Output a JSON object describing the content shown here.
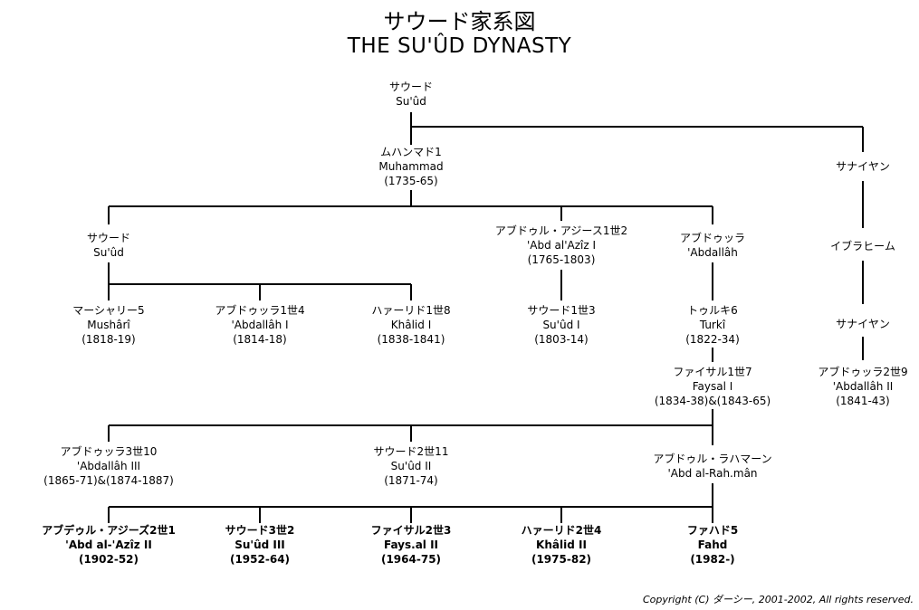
{
  "title": {
    "japanese": "サウード家系図",
    "english": "THE SU'ÛD DYNASTY"
  },
  "people": {
    "saud_root": {
      "name_ja": "サウード",
      "name_en": "Su'ûd"
    },
    "muhammad1": {
      "name_ja": "ムハンマド1",
      "name_en": "Muhammad",
      "years": "(1735-65)"
    },
    "thunayan": {
      "name_ja": "サナイヤン"
    },
    "saud_son": {
      "name_ja": "サウード",
      "name_en": "Su'ûd"
    },
    "abdulaziz1": {
      "name_ja": "アブドゥル・アジース1世2",
      "name_en": "'Abd al'Azîz I",
      "years": "(1765-1803)"
    },
    "abdullah_son": {
      "name_ja": "アブドゥッラ",
      "name_en": "'Abdallâh"
    },
    "ibrahim": {
      "name_ja": "イブラヒーム"
    },
    "mushari5": {
      "name_ja": "マーシャリー5",
      "name_en": "Mushârî",
      "years": "(1818-19)"
    },
    "abdullah1_4": {
      "name_ja": "アブドゥッラ1世4",
      "name_en": "'Abdallâh I",
      "years": "(1814-18)"
    },
    "khalid1_8": {
      "name_ja": "ハァーリド1世8",
      "name_en": "Khâlid I",
      "years": "(1838-1841)"
    },
    "saud1_3": {
      "name_ja": "サウード1世3",
      "name_en": "Su'ûd I",
      "years": "(1803-14)"
    },
    "turki6": {
      "name_ja": "トゥルキ6",
      "name_en": "Turkî",
      "years": "(1822-34)"
    },
    "thunayan2": {
      "name_ja": "サナイヤン"
    },
    "faisal1_7": {
      "name_ja": "ファイサル1世7",
      "name_en": "Faysal I",
      "years": "(1834-38)&(1843-65)"
    },
    "abdullah2_9": {
      "name_ja": "アブドゥッラ2世9",
      "name_en": "'Abdallâh II",
      "years": "(1841-43)"
    },
    "abdullah3_10": {
      "name_ja": "アブドゥッラ3世10",
      "name_en": "'Abdallâh III",
      "years": "(1865-71)&(1874-1887)"
    },
    "saud2_11": {
      "name_ja": "サウード2世11",
      "name_en": "Su'ûd II",
      "years": "(1871-74)"
    },
    "abdulrahman": {
      "name_ja": "アブドゥル・ラハマーン",
      "name_en": "'Abd al-Rah.mân"
    },
    "abdulaziz2_1": {
      "name_ja": "アブデゥル・アジーズ2世1",
      "name_en": "'Abd al-'Azîz II",
      "years": "(1902-52)"
    },
    "saud3_2": {
      "name_ja": "サウード3世2",
      "name_en": "Su'ûd III",
      "years": "(1952-64)"
    },
    "faisal2_3": {
      "name_ja": "ファイサル2世3",
      "name_en": "Fays.al II",
      "years": "(1964-75)"
    },
    "khalid2_4": {
      "name_ja": "ハァーリド2世4",
      "name_en": "Khâlid II",
      "years": "(1975-82)"
    },
    "fahd5": {
      "name_ja": "ファハド5",
      "name_en": "Fahd",
      "years": "(1982-)"
    }
  },
  "copyright": "Copyright (C) ダーシー, 2001-2002, All rights reserved."
}
